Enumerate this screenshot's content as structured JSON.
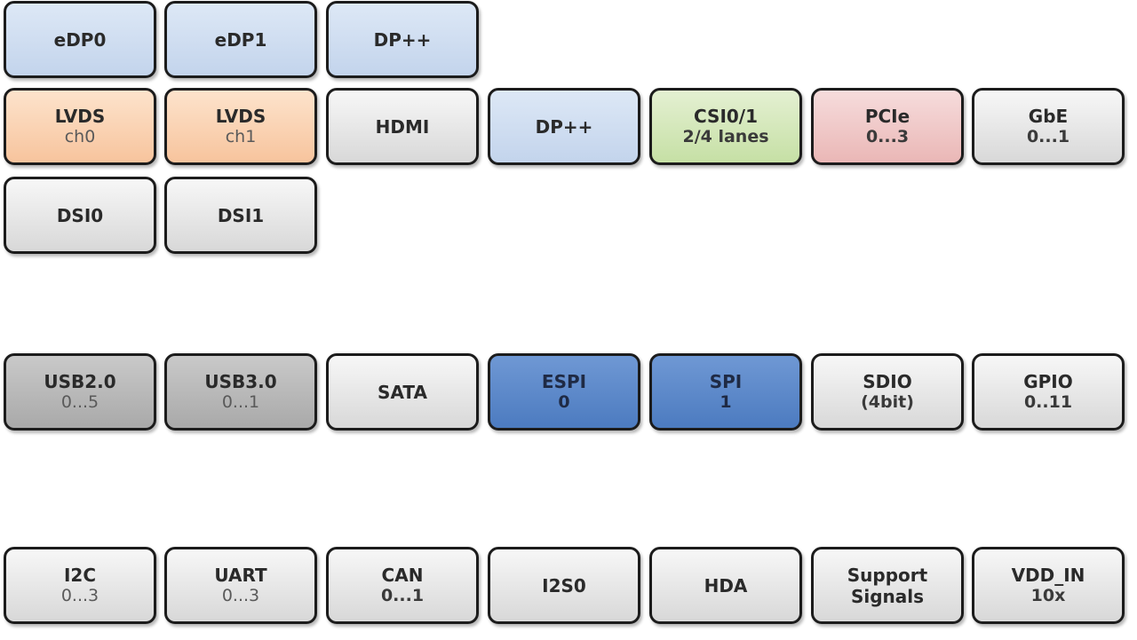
{
  "blocks": {
    "edp0": {
      "line1": "eDP0"
    },
    "edp1": {
      "line1": "eDP1"
    },
    "dp_top": {
      "line1": "DP++"
    },
    "lvds0": {
      "line1": "LVDS",
      "line2": "ch0"
    },
    "lvds1": {
      "line1": "LVDS",
      "line2": "ch1"
    },
    "hdmi": {
      "line1": "HDMI"
    },
    "dp_mid": {
      "line1": "DP++"
    },
    "csi": {
      "line1": "CSI0/1",
      "line2": "2/4 lanes"
    },
    "pcie": {
      "line1": "PCIe",
      "line2": "0...3"
    },
    "gbe": {
      "line1": "GbE",
      "line2": "0...1"
    },
    "dsi0": {
      "line1": "DSI0"
    },
    "dsi1": {
      "line1": "DSI1"
    },
    "usb2": {
      "line1": "USB2.0",
      "line2": "0...5"
    },
    "usb3": {
      "line1": "USB3.0",
      "line2": "0...1"
    },
    "sata": {
      "line1": "SATA"
    },
    "espi": {
      "line1": "ESPI",
      "line2": "0"
    },
    "spi": {
      "line1": "SPI",
      "line2": "1"
    },
    "sdio": {
      "line1": "SDIO",
      "line2": "(4bit)"
    },
    "gpio": {
      "line1": "GPIO",
      "line2": "0..11"
    },
    "i2c": {
      "line1": "I2C",
      "line2": "0...3"
    },
    "uart": {
      "line1": "UART",
      "line2": "0...3"
    },
    "can": {
      "line1": "CAN",
      "line2": "0...1"
    },
    "i2s": {
      "line1": "I2S0"
    },
    "hda": {
      "line1": "HDA"
    },
    "support": {
      "line1": "Support",
      "line2": "Signals"
    },
    "vdd": {
      "line1": "VDD_IN",
      "line2": "10x"
    }
  },
  "colors": {
    "blue": "#c9d9ef",
    "orange": "#f9cfae",
    "gray": "#e4e4e4",
    "green": "#cde4b0",
    "red": "#efc4c3",
    "dark_gray": "#b4b4b4",
    "dark_blue": "#5a86c8",
    "border": "#1c1c1c"
  }
}
